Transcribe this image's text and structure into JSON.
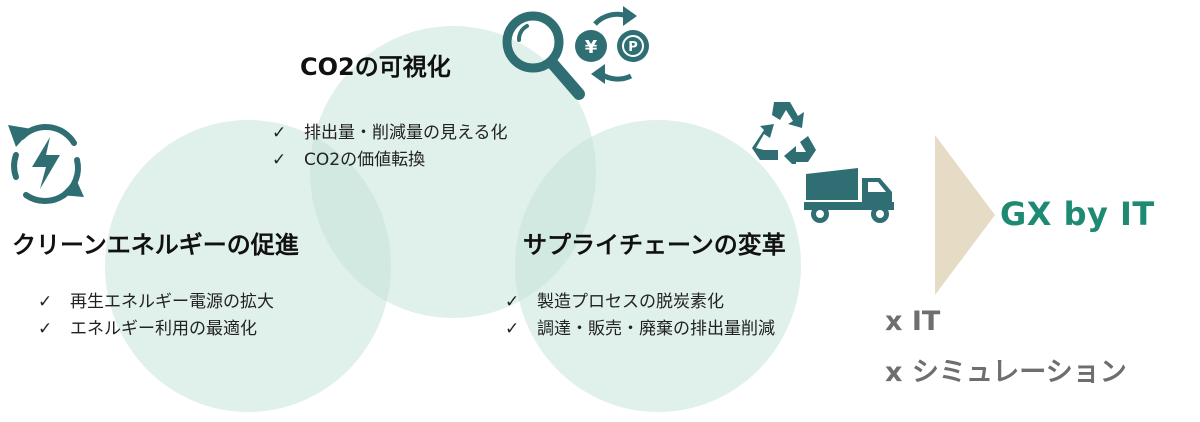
{
  "colors": {
    "circle_fill": "#c7e3db",
    "icon_teal": "#2f6f74",
    "gx_green": "#1e8a72",
    "arrow_beige": "#e6dcc6",
    "gray_text": "#6e6e6e"
  },
  "sections": {
    "visualization": {
      "title": "CO2の可視化",
      "bullets": [
        "排出量・削減量の見える化",
        "CO2の価値転換"
      ]
    },
    "clean_energy": {
      "title": "クリーンエネルギーの促進",
      "bullets": [
        "再生エネルギー電源の拡大",
        "エネルギー利用の最適化"
      ]
    },
    "supply_chain": {
      "title": "サプライチェーンの変革",
      "bullets": [
        "製造プロセスの脱炭素化",
        "調達・販売・廃棄の排出量削減"
      ]
    }
  },
  "check_mark": "✓",
  "conclusion": {
    "title": "GX by IT",
    "extras": [
      "x IT",
      "x シミュレーション"
    ]
  },
  "icons": {
    "energy": "energy-cycle-icon",
    "search": "magnifier-icon",
    "currency": "yen-point-exchange-icon",
    "recycle": "recycle-icon",
    "truck": "dump-truck-icon"
  }
}
